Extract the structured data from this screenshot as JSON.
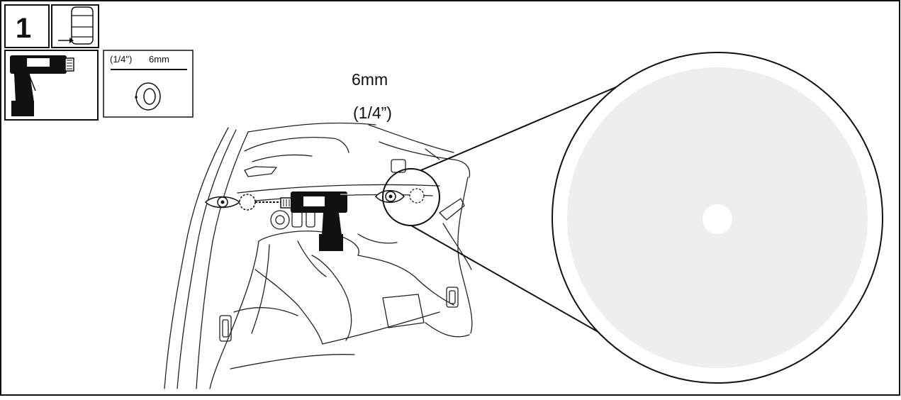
{
  "step": {
    "number": "1"
  },
  "tools": {
    "drill_bit": {
      "inch_label": "(1/4\")",
      "mm_label": "6mm"
    }
  },
  "diagram": {
    "hole_size_mm": "6mm",
    "hole_size_inch": "(1/4”)",
    "colors": {
      "line": "#111111",
      "detail_fill": "#eeeeee"
    },
    "icons": [
      "car-top-view-icon",
      "drill-icon",
      "drill-bit-icon",
      "eye-icon"
    ]
  }
}
